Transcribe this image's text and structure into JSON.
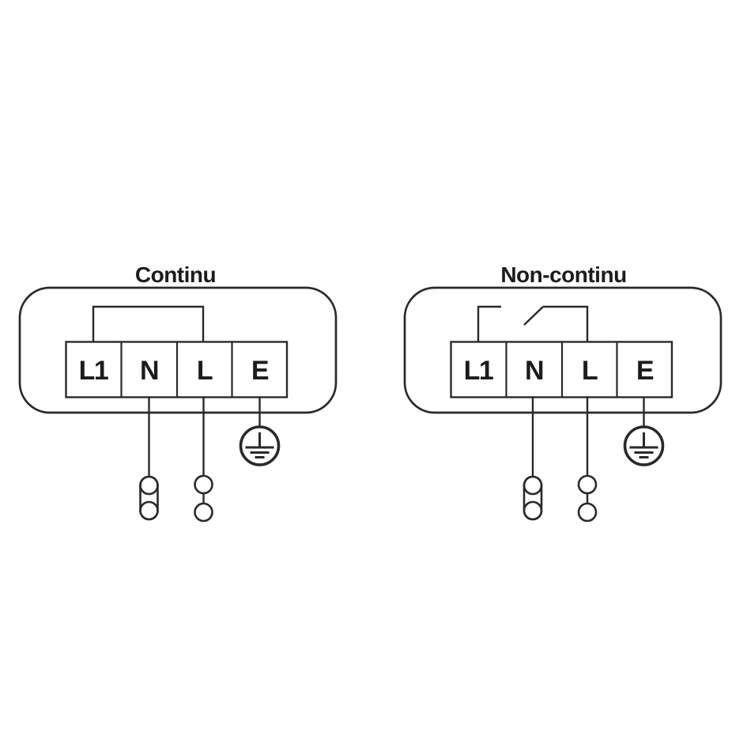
{
  "diagram": {
    "type": "terminal-wiring-diagram",
    "background": "#ffffff"
  },
  "colors": {
    "line": "#2a2a2a",
    "text": "#1c1c1c"
  },
  "panels": [
    {
      "title": "Continu",
      "terminals": [
        "L1",
        "N",
        "L",
        "E"
      ],
      "l1_l_link": "closed-jumper",
      "outputs": {
        "n": "double-ring-connector",
        "l": "two-ring-connector",
        "e": "protective-earth-symbol"
      }
    },
    {
      "title": "Non-continu",
      "terminals": [
        "L1",
        "N",
        "L",
        "E"
      ],
      "l1_l_link": "open-switch",
      "outputs": {
        "n": "double-ring-connector",
        "l": "two-ring-connector",
        "e": "protective-earth-symbol"
      }
    }
  ]
}
